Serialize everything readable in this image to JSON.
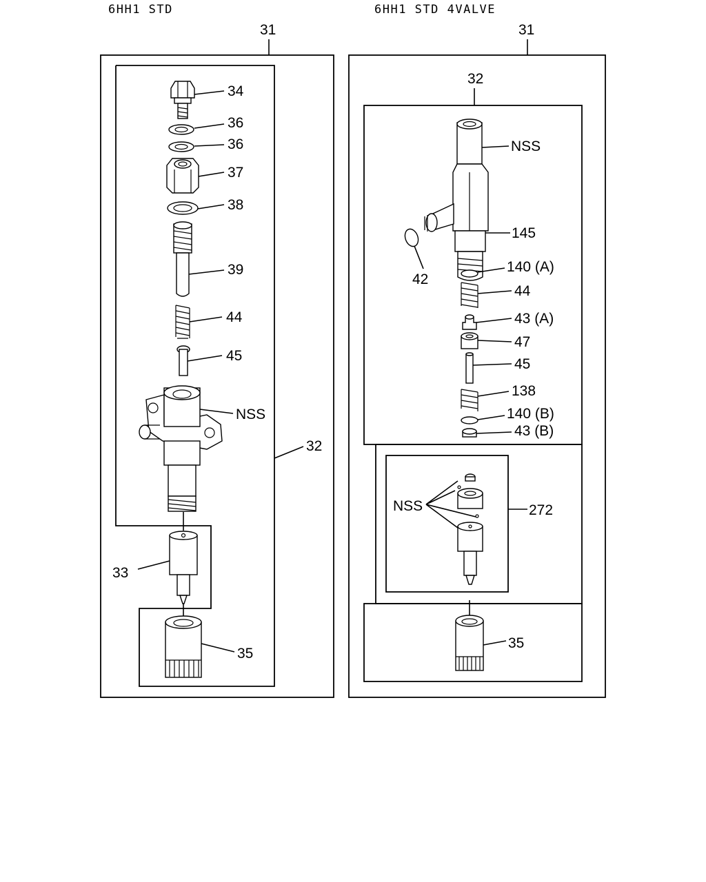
{
  "headings": {
    "left": "6HH1 STD",
    "right": "6HH1 STD 4VALVE"
  },
  "left_diagram": {
    "assembly": "31",
    "holder": "32",
    "callouts": {
      "eye_bolt": "34",
      "gasket_upper": "36",
      "gasket_lower": "36",
      "nut": "37",
      "washer": "38",
      "push_rod": "39",
      "spring": "44",
      "pin": "45",
      "body": "NSS",
      "nozzle": "33",
      "retaining_nut": "35"
    }
  },
  "right_diagram": {
    "assembly": "31",
    "holder": "32",
    "callouts": {
      "body": "NSS",
      "o_ring": "42",
      "connector": "145",
      "shim_a": "140 (A)",
      "spring_upper": "44",
      "seat_a": "43 (A)",
      "collar": "47",
      "pin": "45",
      "spring_lower": "138",
      "shim_b": "140 (B)",
      "seat_b": "43 (B)",
      "nozzle_kit_parts": "NSS",
      "nozzle_kit": "272",
      "retaining_nut": "35"
    }
  }
}
